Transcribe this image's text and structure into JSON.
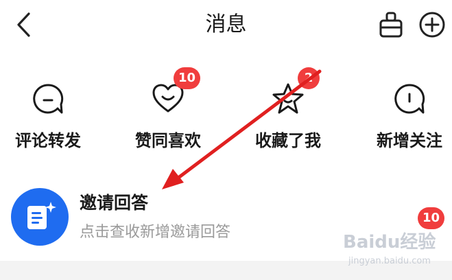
{
  "header": {
    "title": "消息",
    "back_icon": "chevron-left-icon",
    "clean_icon": "broom-icon",
    "add_icon": "plus-circle-icon"
  },
  "categories": [
    {
      "label": "评论转发",
      "icon": "comment-bubble-icon",
      "badge": ""
    },
    {
      "label": "赞同喜欢",
      "icon": "heart-icon",
      "badge": "10"
    },
    {
      "label": "收藏了我",
      "icon": "star-icon",
      "badge": "2"
    },
    {
      "label": "新增关注",
      "icon": "follow-bubble-icon",
      "badge": ""
    }
  ],
  "invite": {
    "title": "邀请回答",
    "subtitle": "点击查收新增邀请回答",
    "badge": "10",
    "icon": "document-sparkle-icon"
  },
  "watermark": {
    "brand": "Baidu经验",
    "url": "jingyan.baidu.com"
  },
  "colors": {
    "accent_blue": "#1f6cf0",
    "badge_red": "#f03d3d",
    "arrow_red": "#e02020"
  }
}
